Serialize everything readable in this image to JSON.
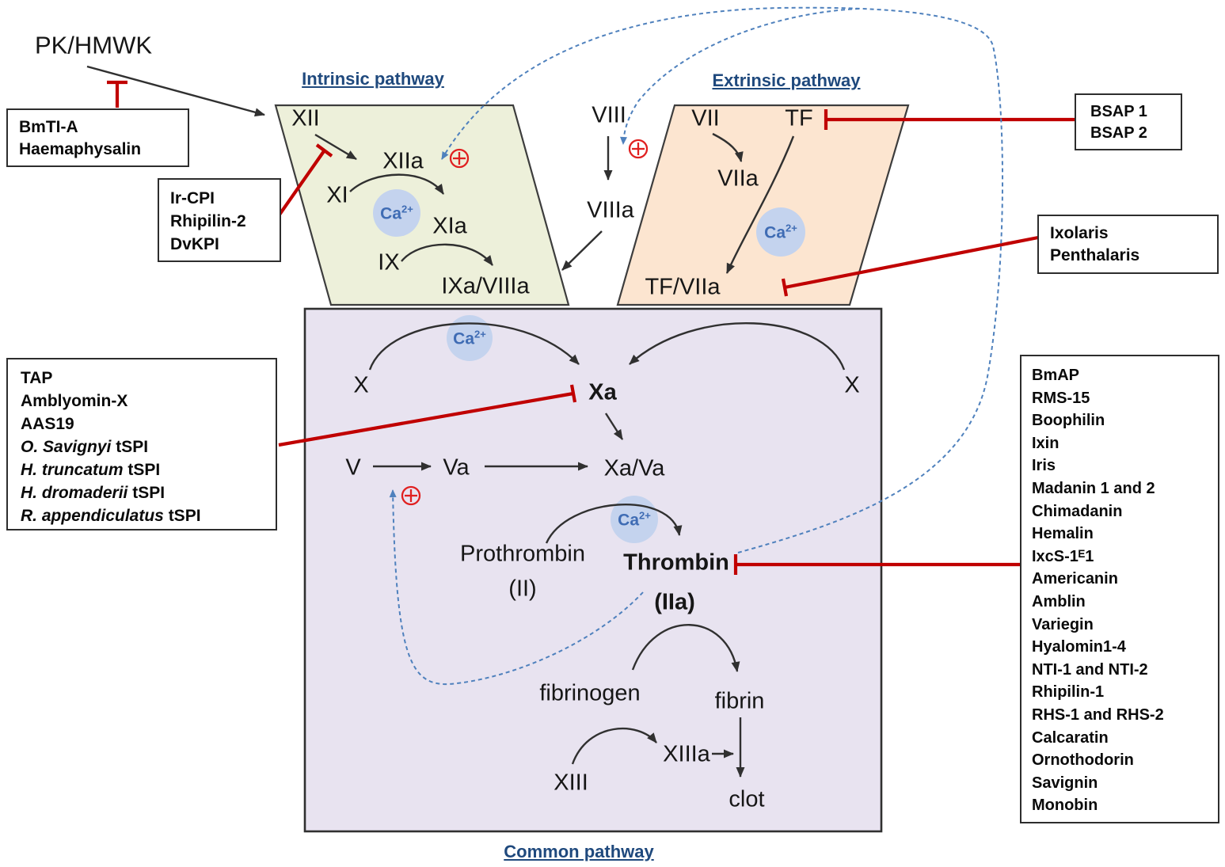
{
  "titles": {
    "pk_hmwk": "PK/HMWK",
    "intrinsic": "Intrinsic pathway",
    "extrinsic": "Extrinsic pathway",
    "common": "Common pathway"
  },
  "factors": {
    "xii": "XII",
    "xiia": "XIIa",
    "xi": "XI",
    "xia": "XIa",
    "ix": "IX",
    "ixa_viiia": "IXa/VIIIa",
    "viii": "VIII",
    "viiia": "VIIIa",
    "vii": "VII",
    "tf": "TF",
    "viia": "VIIa",
    "tf_viia": "TF/VIIa",
    "x_left": "X",
    "x_right": "X",
    "xa": "Xa",
    "v": "V",
    "va": "Va",
    "xa_va": "Xa/Va",
    "prothrombin": "Prothrombin",
    "prothrombin_number": "(II)",
    "thrombin": "Thrombin",
    "thrombin_number": "(IIa)",
    "fibrinogen": "fibrinogen",
    "fibrin": "fibrin",
    "xiii": "XIII",
    "xiiia": "XIIIa",
    "clot": "clot"
  },
  "cofactor": {
    "base": "Ca",
    "sup": "2+"
  },
  "inhibitor_boxes": {
    "bmti": [
      "BmTI-A",
      "Haemaphysalin"
    ],
    "ircpi": [
      "Ir-CPI",
      "Rhipilin-2",
      "DvKPI"
    ],
    "bsap": [
      "BSAP 1",
      "BSAP 2"
    ],
    "ixolaris": [
      "Ixolaris",
      "Penthalaris"
    ],
    "xa_inhibitors": [
      {
        "italic": "",
        "rest": "TAP"
      },
      {
        "italic": "",
        "rest": "Amblyomin-X"
      },
      {
        "italic": "",
        "rest": "AAS19"
      },
      {
        "italic": "O. Savignyi",
        "rest": " tSPI"
      },
      {
        "italic": "H. truncatum",
        "rest": " tSPI"
      },
      {
        "italic": "H. dromaderii",
        "rest": " tSPI"
      },
      {
        "italic": "R. appendiculatus",
        "rest": " tSPI"
      }
    ],
    "thrombin_inhibitors": [
      "BmAP",
      "RMS-15",
      "Boophilin",
      "Ixin",
      "Iris",
      "Madanin 1 and 2",
      "Chimadanin",
      "Hemalin",
      "IxcS-1ᴱ1",
      "Americanin",
      "Amblin",
      "Variegin",
      "Hyalomin1-4",
      "NTI-1 and NTI-2",
      "Rhipilin-1",
      "RHS-1 and RHS-2",
      "Calcaratin",
      "Ornothodorin",
      "Savignin",
      "Monobin"
    ]
  },
  "icons": {
    "positive_feedback": "circled-plus",
    "inhibition": "red-t-bar",
    "activation": "black-arrow",
    "feedback": "blue-dashed-arrow"
  },
  "colors": {
    "inhibition_red": "#c00000",
    "feedback_blue": "#4f81bd",
    "pathway_title_blue": "#1f497d",
    "intrinsic_fill": "#edf0da",
    "extrinsic_fill": "#fce5d0",
    "common_fill": "#e8e3f0",
    "calcium_fill": "#c4d3ee",
    "calcium_text": "#3f6cb4",
    "positive_feedback_red": "#e02020"
  }
}
